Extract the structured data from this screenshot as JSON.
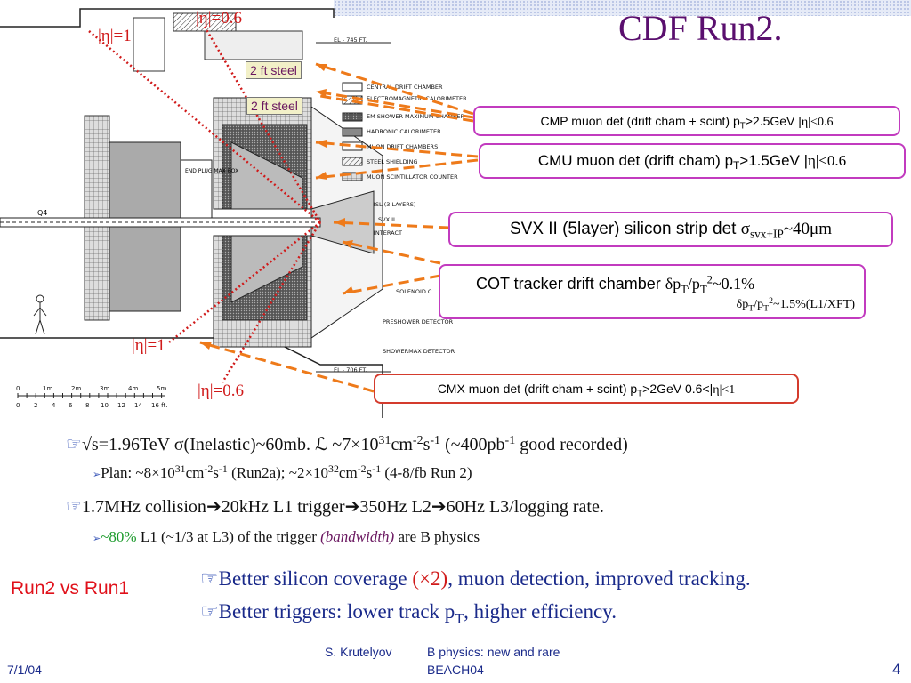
{
  "slide": {
    "title": "CDF Run2.",
    "eta_labels": {
      "top_06": "|η|=0.6",
      "top_1": "|η|=1",
      "bot_1": "|η|=1",
      "bot_06": "|η|=0.6"
    },
    "steel_labels": [
      "2 ft steel",
      "2 ft steel"
    ],
    "diagram": {
      "legend": [
        "CENTRAL DRIFT CHAMBER",
        "ELECTROMAGNETIC CALORIMETER",
        "EM SHOWER MAXIMUM CHAMBER",
        "HADRONIC CALORIMETER",
        "MUON DRIFT CHAMBERS",
        "STEEL SHIELDING",
        "MUON SCINTILLATOR COUNTER"
      ],
      "labels": {
        "el745": "EL - 745 FT.",
        "el706": "EL - 706 FT.",
        "isl": "ISL (3 LAYERS)",
        "svx": "SVX II",
        "interact": "INTERACT",
        "solenoid": "SOLENOID C",
        "preshower": "PRESHOWER DETECTOR",
        "showermax": "SHOWERMAX DETECTOR",
        "q4": "Q4",
        "endplug": "END PLUG MAX BOX"
      },
      "scale_m": [
        "0",
        "1m",
        "2m",
        "3m",
        "4m",
        "5m"
      ],
      "scale_ft": [
        "0",
        "2",
        "4",
        "6",
        "8",
        "10",
        "12",
        "14",
        "16 ft."
      ]
    },
    "callouts": {
      "cmp": {
        "pre": "CMP muon det (drift cham + scint) p",
        "sub": "T",
        "mid": ">2.5GeV |",
        "eta": "η",
        "post": "|<0.6"
      },
      "cmu": {
        "pre": "CMU muon det (drift cham) p",
        "sub": "T",
        "mid": ">1.5GeV |",
        "eta": "η",
        "post": "|<0.6"
      },
      "svx": {
        "pre": "SVX II (5layer) silicon strip det ",
        "sigma": "σ",
        "sub": "svx+IP",
        "post": "~40μm"
      },
      "cot": {
        "pre": "COT  tracker drift chamber ",
        "f1": "δp",
        "s1": "T",
        "f2": "/p",
        "s2": "T",
        "sup2": "2",
        "post": "~0.1%",
        "line2a": "δp",
        "l2s1": "T",
        "line2b": "/p",
        "l2s2": "T",
        "l2sup": "2",
        "line2c": "~1.5%(L1/XFT)"
      },
      "cmx": {
        "pre": "CMX muon det (drift cham + scint) p",
        "sub": "T",
        "mid": ">2GeV 0.6<|",
        "eta": "η",
        "post": "|<1"
      }
    },
    "bullets": {
      "b1": {
        "a": "√s=1.96TeV  σ(Inelastic)~60mb.   ℒ ~7×10",
        "sup1": "31",
        "b": "cm",
        "sup2": "-2",
        "c": "s",
        "sup3": "-1",
        "d": " (~400pb",
        "sup4": "-1",
        "e": " good recorded)"
      },
      "s1": {
        "a": "Plan: ~8×10",
        "sup1": "31",
        "b": "cm",
        "sup2": "-2",
        "c": "s",
        "sup3": "-1",
        "d": " (Run2a); ~2×10",
        "sup4": "32",
        "e": "cm",
        "sup5": "-2",
        "f": "s",
        "sup6": "-1",
        "g": " (4-8/fb Run 2)"
      },
      "b2": {
        "a": "1.7MHz collision",
        "arrow": "➔",
        "b": "20kHz L1 trigger",
        "c": "350Hz L2",
        "d": "60Hz L3/logging rate."
      },
      "s2": {
        "green": "~80%",
        "a": " L1 (~1/3 at L3) of the trigger ",
        "it": "(bandwidth)",
        "b": " are B physics"
      },
      "b3": {
        "a": "Better silicon coverage ",
        "red": "(×2)",
        "b": ", muon detection, improved tracking."
      },
      "b4": {
        "a": "Better triggers: lower track p",
        "sub": "T",
        "b": ", higher efficiency."
      }
    },
    "run2_label": "Run2 vs Run1",
    "footer": {
      "date": "7/1/04",
      "author": "S. Krutelyov",
      "talk": "B physics: new and rare",
      "conf": "BEACH04",
      "page": "4"
    },
    "colors": {
      "title": "#5a0f6e",
      "eta": "#d01a1a",
      "arrow": "#ee7a1a",
      "callout_border": "#c23bbf",
      "callout_border_red": "#d43b2d",
      "footer_text": "#1a2a8a"
    }
  }
}
